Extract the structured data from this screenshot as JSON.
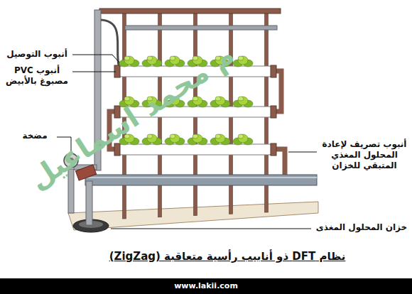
{
  "diagram": {
    "caption": "نظام DFT ذو أنابيب رأسية متعاقبة (ZigZag)",
    "labels": [
      "أنبوب التوصيل",
      "أنبوب PVC مصبوغ بالأبيض",
      "مضخة",
      "أنبوب تصريف لإعادة المحلول المغذي المتبقي للخزان",
      "خزان المحلول المغذى",
      "www.lakii.com",
      "م محمد اسماعيل"
    ]
  }
}
